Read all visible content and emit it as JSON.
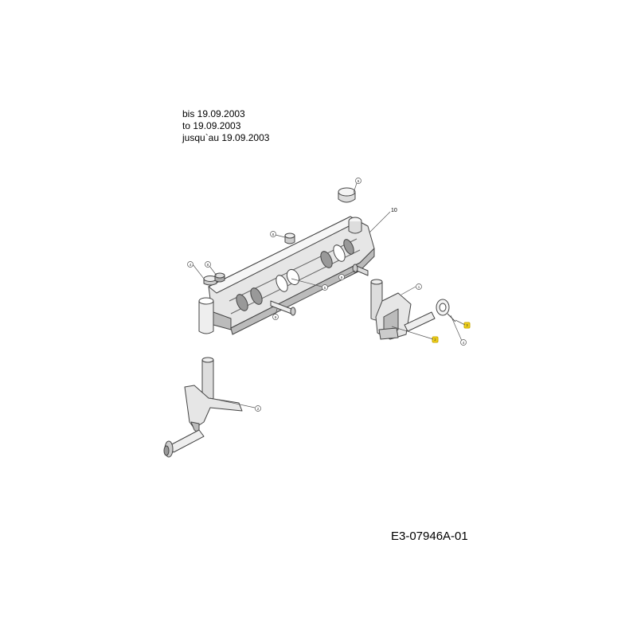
{
  "notes": {
    "de": "bis 19.09.2003",
    "en": "to 19.09.2003",
    "fr": "jusqu`au 19.09.2003"
  },
  "reference_code": "E3-07946A-01",
  "callouts": {
    "top_cap": "6",
    "pivot_bolt": "10",
    "nut_upper": "8",
    "bolt_mid": "9",
    "axle": "5",
    "left_nut_a": "4",
    "left_nut_b": "8",
    "left_bolt": "9",
    "right_spindle": "1",
    "right_washer": "4",
    "right_spring": "3",
    "right_pin": "2",
    "left_spindle": "2"
  },
  "colors": {
    "line": "#444444",
    "fill_light": "#eeeeee",
    "fill_mid": "#cccccc",
    "fill_dark": "#888888",
    "highlight": "#f2d21b"
  }
}
